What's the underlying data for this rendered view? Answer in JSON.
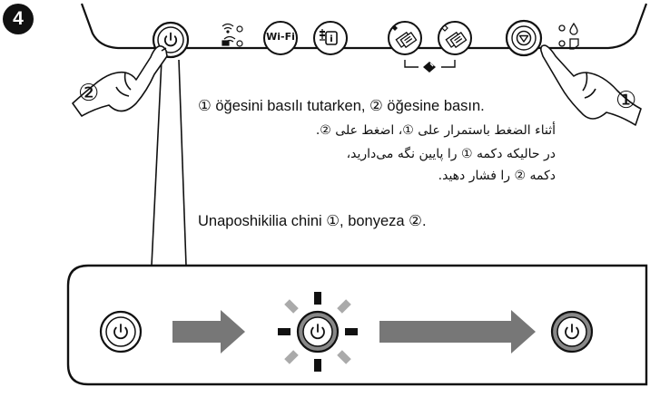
{
  "step_number": "4",
  "panel": {
    "wifi_button_label": "Wi-Fi",
    "callout_left": "②",
    "callout_right": "①"
  },
  "instructions": {
    "turkish": "① öğesini basılı tutarken, ② öğesine basın.",
    "arabic": "أثناء الضغط باستمرار على ①، اضغط على ②.",
    "persian": "در حالیکه دکمه ① را پایین نگه می‌دارید، دکمه ② را فشار دهید.",
    "swahili": "Unaposhikilia chini ①, bonyeza ②."
  },
  "icons": [
    "power-icon",
    "wifi-status-icon",
    "wifi-direct-status-icon",
    "wifi-button",
    "network-status-button",
    "copy-bw-button",
    "copy-color-button",
    "stop-button",
    "power-light-icon",
    "ink-light-icon",
    "paper-light-icon",
    "arrow-right-icon",
    "hand-icon"
  ]
}
